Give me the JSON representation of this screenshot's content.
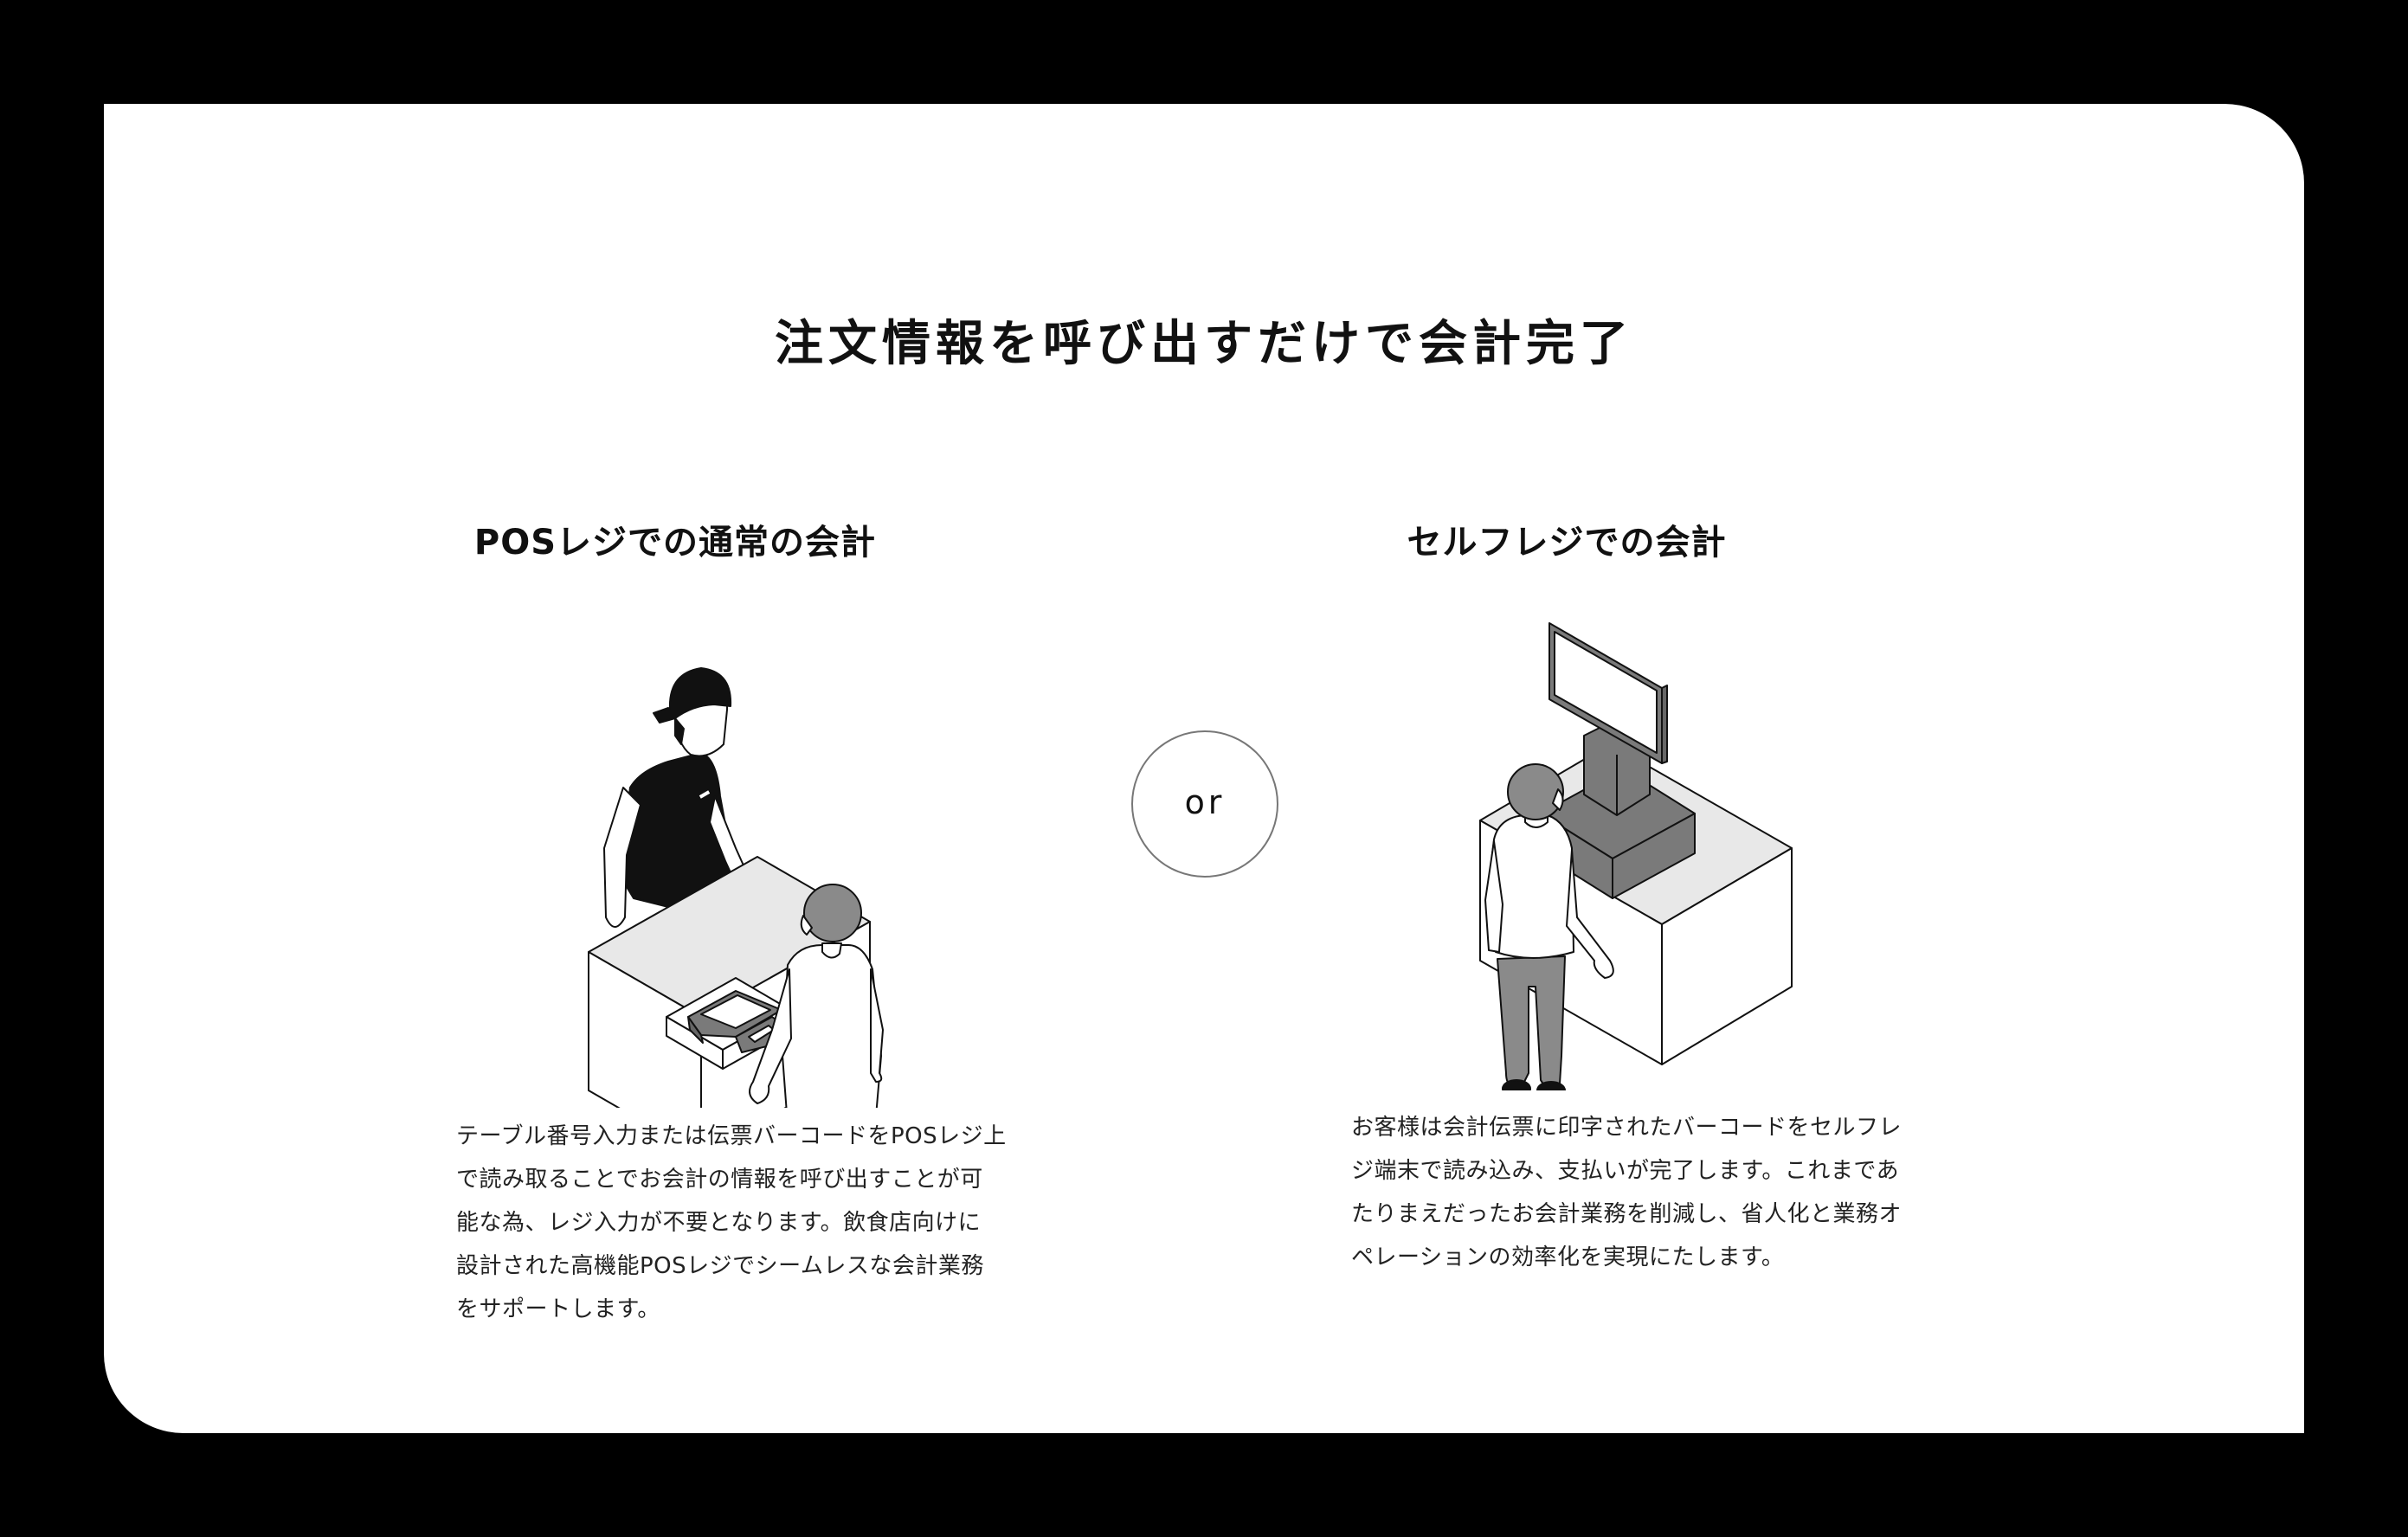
{
  "main_title": "注文情報を呼び出すだけで会計完了",
  "options": [
    {
      "title": "POSレジでの通常の会計",
      "illustration": "staff-and-customer-at-pos-counter",
      "description_lines": [
        "テーブル番号入力または伝票バーコードをPOSレジ上",
        "で読み取ることでお会計の情報を呼び出すことが可",
        "能な為、レジ入力が不要となります。飲食店向けに",
        "設計された高機能POSレジでシームレスな会計業務",
        "をサポートします。"
      ]
    },
    {
      "title": "セルフレジでの会計",
      "illustration": "customer-at-self-checkout-kiosk",
      "description_lines": [
        "お客様は会計伝票に印字されたバーコードをセルフレ",
        "ジ端末で読み込み、支払いが完了します。これまであ",
        "たりまえだったお会計業務を削減し、省人化と業務オ",
        "ペレーションの効率化を実現にたします。"
      ]
    }
  ],
  "separator_label": "or",
  "colors": {
    "background": "#000000",
    "card": "#ffffff",
    "text": "#111111",
    "figure_dark": "#111111",
    "figure_gray": "#8a8a8a",
    "counter_top": "#e8e8e8",
    "device_gray": "#7a7a7a"
  }
}
